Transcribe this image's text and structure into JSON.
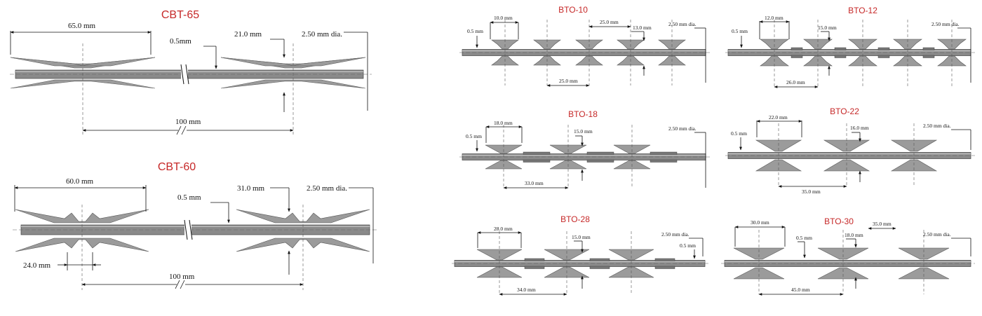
{
  "colors": {
    "accent": "#c62828",
    "blade": "#9b9b9b",
    "core": "#8a8a8a",
    "line": "#111111"
  },
  "panels": [
    {
      "id": "cbt-65",
      "title": "CBT-65",
      "labels": {
        "blade_length": "65.0 mm",
        "thickness": "0.5mm",
        "blade_width": "21.0 mm",
        "core_dia": "2.50 mm dia.",
        "spacing": "100 mm"
      }
    },
    {
      "id": "cbt-60",
      "title": "CBT-60",
      "labels": {
        "blade_length": "60.0 mm",
        "thickness": "0.5 mm",
        "blade_width": "31.0 mm",
        "core_dia": "2.50 mm dia.",
        "barb_gap": "24.0 mm",
        "spacing": "100 mm"
      }
    },
    {
      "id": "bto-10",
      "title": "BTO-10",
      "labels": {
        "blade_length": "10.0 mm",
        "thickness": "0.5 mm",
        "blade_width": "13.0 mm",
        "core_dia": "2.50 mm dia.",
        "spacing_top": "25.0 mm",
        "spacing_bottom": "25.0 mm"
      }
    },
    {
      "id": "bto-12",
      "title": "BTO-12",
      "labels": {
        "blade_length": "12.0 mm",
        "thickness": "0.5 mm",
        "blade_width": "15.0 mm",
        "core_dia": "2.50 mm dia.",
        "spacing": "26.0 mm"
      }
    },
    {
      "id": "bto-18",
      "title": "BTO-18",
      "labels": {
        "blade_length": "18.0 mm",
        "thickness": "0.5 mm",
        "blade_width": "15.0 mm",
        "core_dia": "2.50 mm dia.",
        "spacing": "33.0 mm"
      }
    },
    {
      "id": "bto-22",
      "title": "BTO-22",
      "labels": {
        "blade_length": "22.0 mm",
        "thickness": "0.5 mm",
        "blade_width": "16.0 mm",
        "core_dia": "2.50 mm dia.",
        "spacing": "35.0 mm"
      }
    },
    {
      "id": "bto-28",
      "title": "BTO-28",
      "labels": {
        "blade_length": "28.0 mm",
        "thickness": "0.5 mm",
        "blade_width": "15.0 mm",
        "core_dia": "2.50 mm dia.",
        "spacing": "34.0 mm"
      }
    },
    {
      "id": "bto-30",
      "title": "BTO-30",
      "labels": {
        "blade_length": "30.0 mm",
        "thickness": "0.5 mm",
        "blade_width": "18.0 mm",
        "core_dia": "2.50 mm dia.",
        "spacing_top": "35.0 mm",
        "spacing_bottom": "45.0 mm"
      }
    }
  ]
}
